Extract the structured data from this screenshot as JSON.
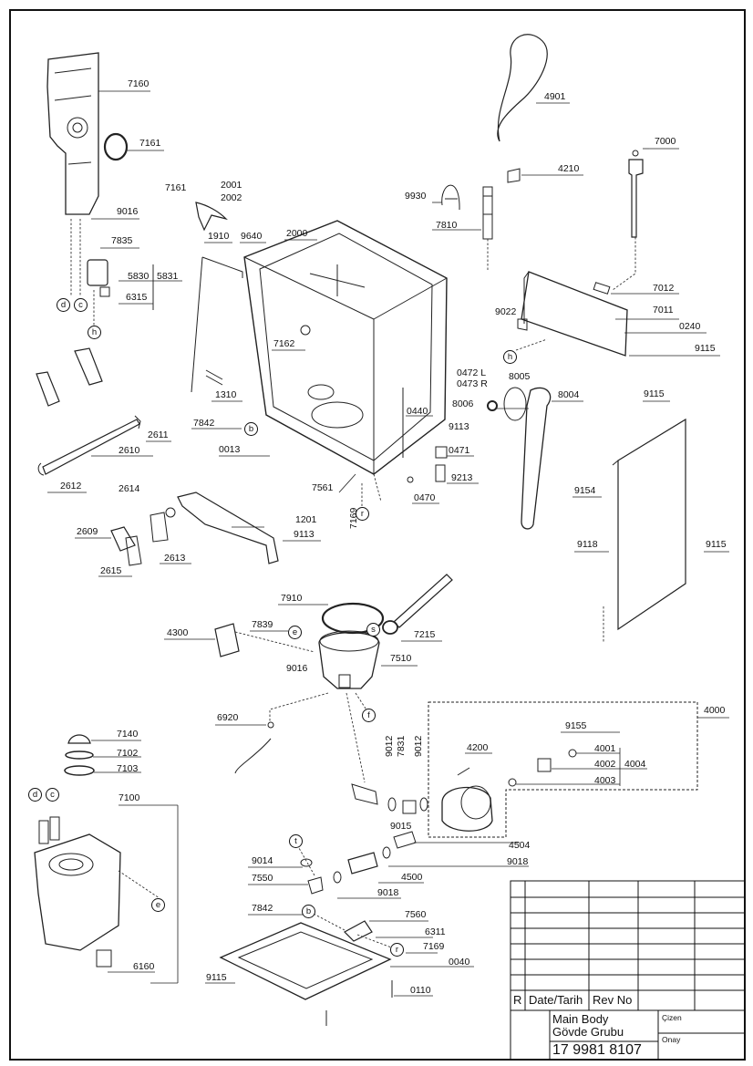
{
  "part_labels": {
    "p7160": "7160",
    "p7161a": "7161",
    "p7161b": "7161",
    "p2001": "2001",
    "p2002": "2002",
    "p9016a": "9016",
    "p7835": "7835",
    "p5830": "5830",
    "p5831": "5831",
    "p6315": "6315",
    "p1910": "1910",
    "p9640": "9640",
    "p2000": "2000",
    "p7162": "7162",
    "p1310": "1310",
    "p7842a": "7842",
    "p0013": "0013",
    "p2611": "2611",
    "p2610": "2610",
    "p2612": "2612",
    "p4901": "4901",
    "p4210": "4210",
    "p9930": "9930",
    "p7810": "7810",
    "p7000": "7000",
    "p7012": "7012",
    "p7011": "7011",
    "p9022": "9022",
    "p0240": "0240",
    "p9115a": "9115",
    "p0472": "0472 L",
    "p0473": "0473 R",
    "p8005": "8005",
    "p0440": "0440",
    "p8006": "8006",
    "p8004": "8004",
    "p9113a": "9113",
    "p0471": "0471",
    "p9213": "9213",
    "p7561": "7561",
    "p0470": "0470",
    "p7169a": "7169",
    "p9115b": "9115",
    "p9154": "9154",
    "p9118": "9118",
    "p9115c": "9115",
    "p2614": "2614",
    "p1201": "1201",
    "p9113b": "9113",
    "p2609": "2609",
    "p2613": "2613",
    "p2615": "2615",
    "p7910": "7910",
    "p7839": "7839",
    "p7215": "7215",
    "p4300": "4300",
    "p9016b": "9016",
    "p7510": "7510",
    "p6920": "6920",
    "p4000": "4000",
    "p9155": "9155",
    "p4001": "4001",
    "p4002": "4002",
    "p4004": "4004",
    "p4003": "4003",
    "p9012a": "9012",
    "p7831": "7831",
    "p9012b": "9012",
    "p4200": "4200",
    "p7140": "7140",
    "p7102": "7102",
    "p7103": "7103",
    "p7100": "7100",
    "p9015": "9015",
    "p4504": "4504",
    "p9018a": "9018",
    "p9014": "9014",
    "p4500": "4500",
    "p7550": "7550",
    "p9018b": "9018",
    "p7842b": "7842",
    "p7560": "7560",
    "p6311": "6311",
    "p7169b": "7169",
    "p0040": "0040",
    "p9115d": "9115",
    "p0110": "0110",
    "p6160": "6160"
  },
  "callouts": {
    "d1": "d",
    "c1": "c",
    "h1": "h",
    "h2": "h",
    "b1": "b",
    "r1": "r",
    "e1": "e",
    "s1": "s",
    "f1": "f",
    "t1": "t",
    "d2": "d",
    "c2": "c",
    "e2": "e",
    "b2": "b",
    "r2": "r"
  },
  "title_block": {
    "r_marker": "R",
    "date_header": "Date/Tarih",
    "rev_header": "Rev No",
    "title_en": "Main Body",
    "title_tr": "Gövde Grubu",
    "doc_number": "17 9981 8107",
    "cizen": "Çizen",
    "onay": "Onay"
  }
}
